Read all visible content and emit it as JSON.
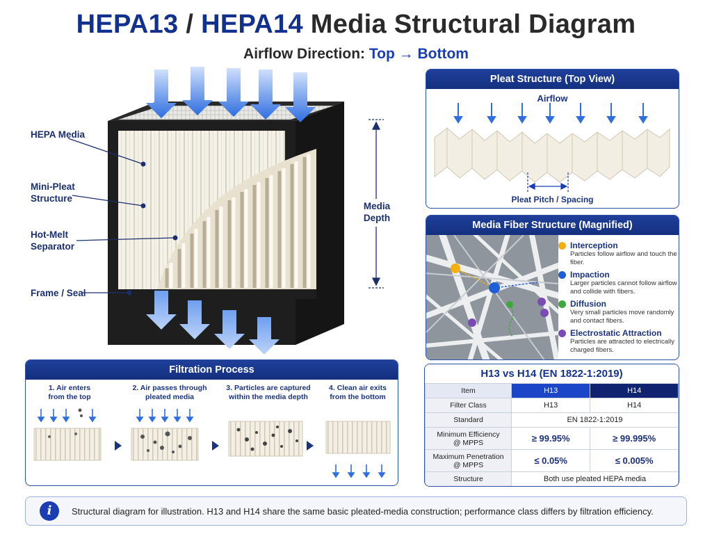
{
  "header": {
    "title_hl1": "HEPA13",
    "title_sep": " / ",
    "title_hl2": "HEPA14",
    "title_rest": " Media Structural Diagram",
    "airflow_prefix": "Airflow Direction: ",
    "airflow_dir": "Top → Bottom"
  },
  "main_diagram": {
    "callouts": [
      "HEPA Media",
      "Mini-Pleat\nStructure",
      "Hot-Melt\nSeparator",
      "Frame / Seal"
    ],
    "depth_label": "Media\nDepth"
  },
  "pleat_panel": {
    "title": "Pleat Structure (Top View)",
    "airflow_label": "Airflow",
    "pitch_label": "Pleat Pitch / Spacing"
  },
  "fiber_panel": {
    "title": "Media Fiber Structure (Magnified)",
    "items": [
      {
        "title": "Interception",
        "desc": "Particles follow airflow and touch the fiber.",
        "color": "#f2b10f"
      },
      {
        "title": "Impaction",
        "desc": "Larger particles cannot follow airflow and collide with fibers.",
        "color": "#1f5ed6"
      },
      {
        "title": "Diffusion",
        "desc": "Very small particles move randomly and contact fibers.",
        "color": "#3ea83a"
      },
      {
        "title": "Electrostatic Attraction",
        "desc": "Particles are attracted to electrically charged fibers.",
        "color": "#7b4bb5"
      }
    ]
  },
  "comparison": {
    "title": "H13 vs H14 (EN 1822-1:2019)",
    "headers": [
      "Item",
      "H13",
      "H14"
    ],
    "rows": {
      "filter_class": {
        "label": "Filter Class",
        "h13": "H13",
        "h14": "H14"
      },
      "standard": {
        "label": "Standard",
        "value": "EN 1822-1:2019"
      },
      "efficiency": {
        "label": "Minimum Efficiency\n@ MPPS",
        "h13": "≥ 99.95%",
        "h14": "≥ 99.995%"
      },
      "penetration": {
        "label": "Maximum Penetration\n@ MPPS",
        "h13": "≤ 0.05%",
        "h14": "≤ 0.005%"
      },
      "structure": {
        "label": "Structure",
        "value": "Both use pleated HEPA media"
      }
    }
  },
  "process": {
    "title": "Filtration Process",
    "steps": [
      "1. Air enters\nfrom the top",
      "2. Air passes through\npleated media",
      "3. Particles are captured\nwithin the media depth",
      "4. Clean air exits\nfrom the bottom"
    ]
  },
  "footer": {
    "icon": "i",
    "text": "Structural diagram for illustration. H13 and H14 share the same basic pleated-media construction; performance class differs by filtration efficiency."
  },
  "colors": {
    "accent_blue": "#1a3db3",
    "navy": "#14307f",
    "arrow_blue": "#2f6ee0",
    "frame": "#1e1e1e",
    "media": "#f3efe4"
  }
}
